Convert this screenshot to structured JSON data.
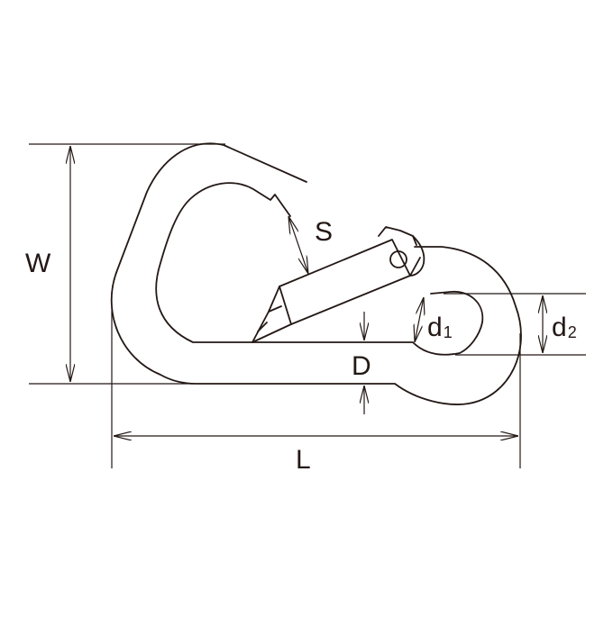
{
  "labels": {
    "W": "W",
    "S": "S",
    "D": "D",
    "L": "L",
    "d1_base": "d",
    "d1_sub": "1",
    "d2_base": "d",
    "d2_sub": "2"
  },
  "colors": {
    "line": "#231815",
    "background": "#ffffff"
  }
}
